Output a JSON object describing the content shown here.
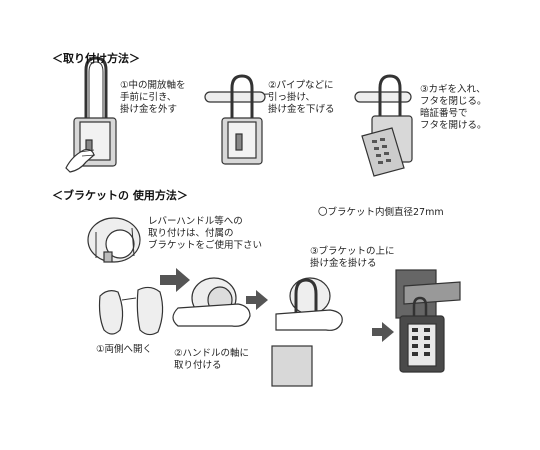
{
  "section1": {
    "heading": "＜取り付け方法＞",
    "step1": "①中の開放軸を\n手前に引き、\n掛け金を外す",
    "step2": "②パイプなどに\n引っ掛け、\n掛け金を下げる",
    "step3": "③カギを入れ、\nフタを閉じる。\n暗証番号で\nフタを開ける。"
  },
  "section2": {
    "heading": "＜ブラケットの 使用方法＞",
    "note_lever": "レバーハンドル等への\n取り付けは、付属の\nブラケットをご使用下さい",
    "note_diameter": "〇ブラケット内側直径27mm",
    "step1": "①両側へ開く",
    "step2": "②ハンドルの軸に\n取り付ける",
    "step3": "③ブラケットの上に\n掛け金を掛ける"
  }
}
